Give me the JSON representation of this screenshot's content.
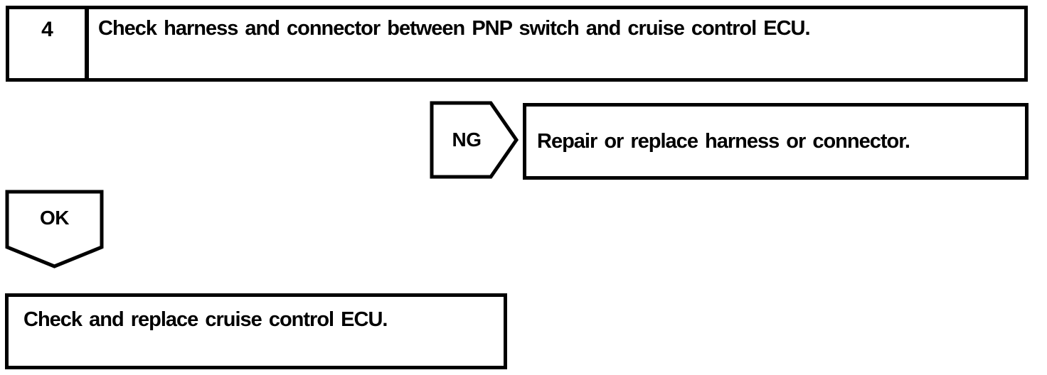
{
  "page": {
    "background": "#ffffff",
    "ink": "#000000"
  },
  "flowchart": {
    "step": {
      "number": "4",
      "instruction": "Check harness and connector between PNP switch and cruise control ECU."
    },
    "ng_branch": {
      "label": "NG",
      "action": "Repair or replace harness or connector."
    },
    "ok_branch": {
      "label": "OK",
      "action": "Check and replace cruise control ECU."
    }
  }
}
